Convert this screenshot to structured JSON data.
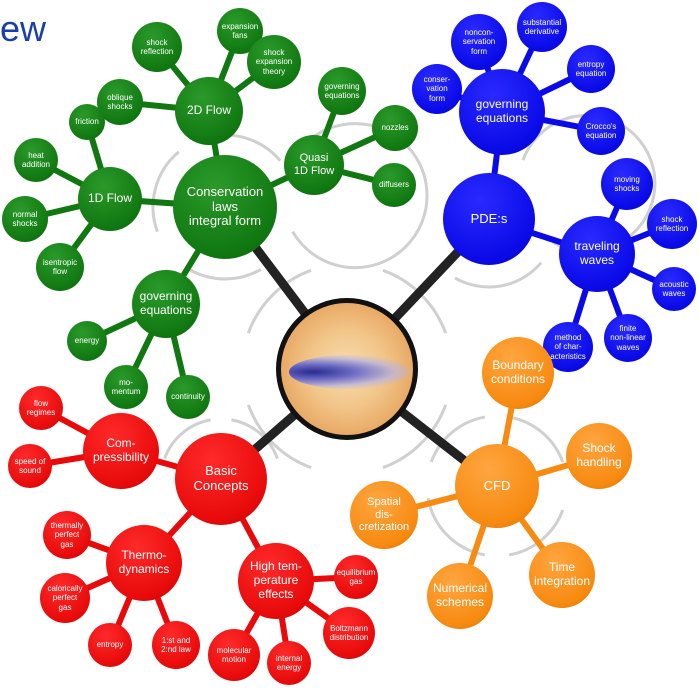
{
  "title": "ew",
  "center": {
    "icon": "flow-simulation-image"
  },
  "colors": {
    "green": "#117811",
    "blue": "#0a0ae8",
    "red": "#e80a0a",
    "orange": "#f78a10"
  },
  "nodes": [
    {
      "id": "conservation",
      "label": "Conservation\nlaws\nintegral form",
      "color": "green"
    },
    {
      "id": "flow2d",
      "label": "2D Flow",
      "color": "green"
    },
    {
      "id": "flow1d",
      "label": "1D Flow",
      "color": "green"
    },
    {
      "id": "quasi1d",
      "label": "Quasi\n1D Flow",
      "color": "green"
    },
    {
      "id": "gov_eq_green",
      "label": "governing\nequations",
      "color": "green"
    },
    {
      "id": "shock_reflection_g",
      "label": "shock\nreflection",
      "color": "green"
    },
    {
      "id": "expansion_fans",
      "label": "expansion\nfans",
      "color": "green"
    },
    {
      "id": "shock_expansion",
      "label": "shock\nexpansion\ntheory",
      "color": "green"
    },
    {
      "id": "oblique_shocks",
      "label": "oblique\nshocks",
      "color": "green"
    },
    {
      "id": "friction",
      "label": "friction",
      "color": "green"
    },
    {
      "id": "heat_addition",
      "label": "heat\naddition",
      "color": "green"
    },
    {
      "id": "normal_shocks",
      "label": "normal\nshocks",
      "color": "green"
    },
    {
      "id": "isentropic_flow",
      "label": "isentropic\nflow",
      "color": "green"
    },
    {
      "id": "gov_eq_small",
      "label": "governing\nequations",
      "color": "green"
    },
    {
      "id": "nozzles",
      "label": "nozzles",
      "color": "green"
    },
    {
      "id": "diffusers",
      "label": "diffusers",
      "color": "green"
    },
    {
      "id": "energy",
      "label": "energy",
      "color": "green"
    },
    {
      "id": "momentum",
      "label": "mo-\nmentum",
      "color": "green"
    },
    {
      "id": "continuity",
      "label": "continuity",
      "color": "green"
    },
    {
      "id": "pdes",
      "label": "PDE:s",
      "color": "blue"
    },
    {
      "id": "gov_eq_blue",
      "label": "governing\nequations",
      "color": "blue"
    },
    {
      "id": "traveling_waves",
      "label": "traveling\nwaves",
      "color": "blue"
    },
    {
      "id": "nonconservation",
      "label": "noncon-\nservation\nform",
      "color": "blue"
    },
    {
      "id": "substantial",
      "label": "substantial\nderivative",
      "color": "blue"
    },
    {
      "id": "conservation_form",
      "label": "conser-\nvation\nform",
      "color": "blue"
    },
    {
      "id": "entropy_eq",
      "label": "entropy\nequation",
      "color": "blue"
    },
    {
      "id": "croccos",
      "label": "Crocco's\nequation",
      "color": "blue"
    },
    {
      "id": "moving_shocks",
      "label": "moving\nshocks",
      "color": "blue"
    },
    {
      "id": "shock_reflection_b",
      "label": "shock\nreflection",
      "color": "blue"
    },
    {
      "id": "acoustic_waves",
      "label": "acoustic\nwaves",
      "color": "blue"
    },
    {
      "id": "finite_waves",
      "label": "finite\nnon-linear\nwaves",
      "color": "blue"
    },
    {
      "id": "method_char",
      "label": "method\nof char-\nacteristics",
      "color": "blue"
    },
    {
      "id": "basic_concepts",
      "label": "Basic\nConcepts",
      "color": "red"
    },
    {
      "id": "compressibility",
      "label": "Com-\npressibility",
      "color": "red"
    },
    {
      "id": "thermodynamics",
      "label": "Thermo-\ndynamics",
      "color": "red"
    },
    {
      "id": "high_temp",
      "label": "High tem-\nperature\neffects",
      "color": "red"
    },
    {
      "id": "flow_regimes",
      "label": "flow\nregimes",
      "color": "red"
    },
    {
      "id": "speed_sound",
      "label": "speed of\nsound",
      "color": "red"
    },
    {
      "id": "thermally_perfect",
      "label": "thermally\nperfect\ngas",
      "color": "red"
    },
    {
      "id": "calorically_perfect",
      "label": "calorically\nperfect\ngas",
      "color": "red"
    },
    {
      "id": "entropy_r",
      "label": "entropy",
      "color": "red"
    },
    {
      "id": "laws",
      "label": "1:st and\n2:nd law",
      "color": "red"
    },
    {
      "id": "equilibrium_gas",
      "label": "equilibrium\ngas",
      "color": "red"
    },
    {
      "id": "boltzmann",
      "label": "Boltzmann\ndistribution",
      "color": "red"
    },
    {
      "id": "internal_energy",
      "label": "internal\nenergy",
      "color": "red"
    },
    {
      "id": "molecular_motion",
      "label": "molecular\nmotion",
      "color": "red"
    },
    {
      "id": "cfd",
      "label": "CFD",
      "color": "orange"
    },
    {
      "id": "boundary",
      "label": "Boundary\nconditions",
      "color": "orange"
    },
    {
      "id": "shock_handling",
      "label": "Shock\nhandling",
      "color": "orange"
    },
    {
      "id": "time_integration",
      "label": "Time\nintegration",
      "color": "orange"
    },
    {
      "id": "numerical_schemes",
      "label": "Numerical\nschemes",
      "color": "orange"
    },
    {
      "id": "spatial_disc",
      "label": "Spatial\ndis-\ncretization",
      "color": "orange"
    }
  ]
}
